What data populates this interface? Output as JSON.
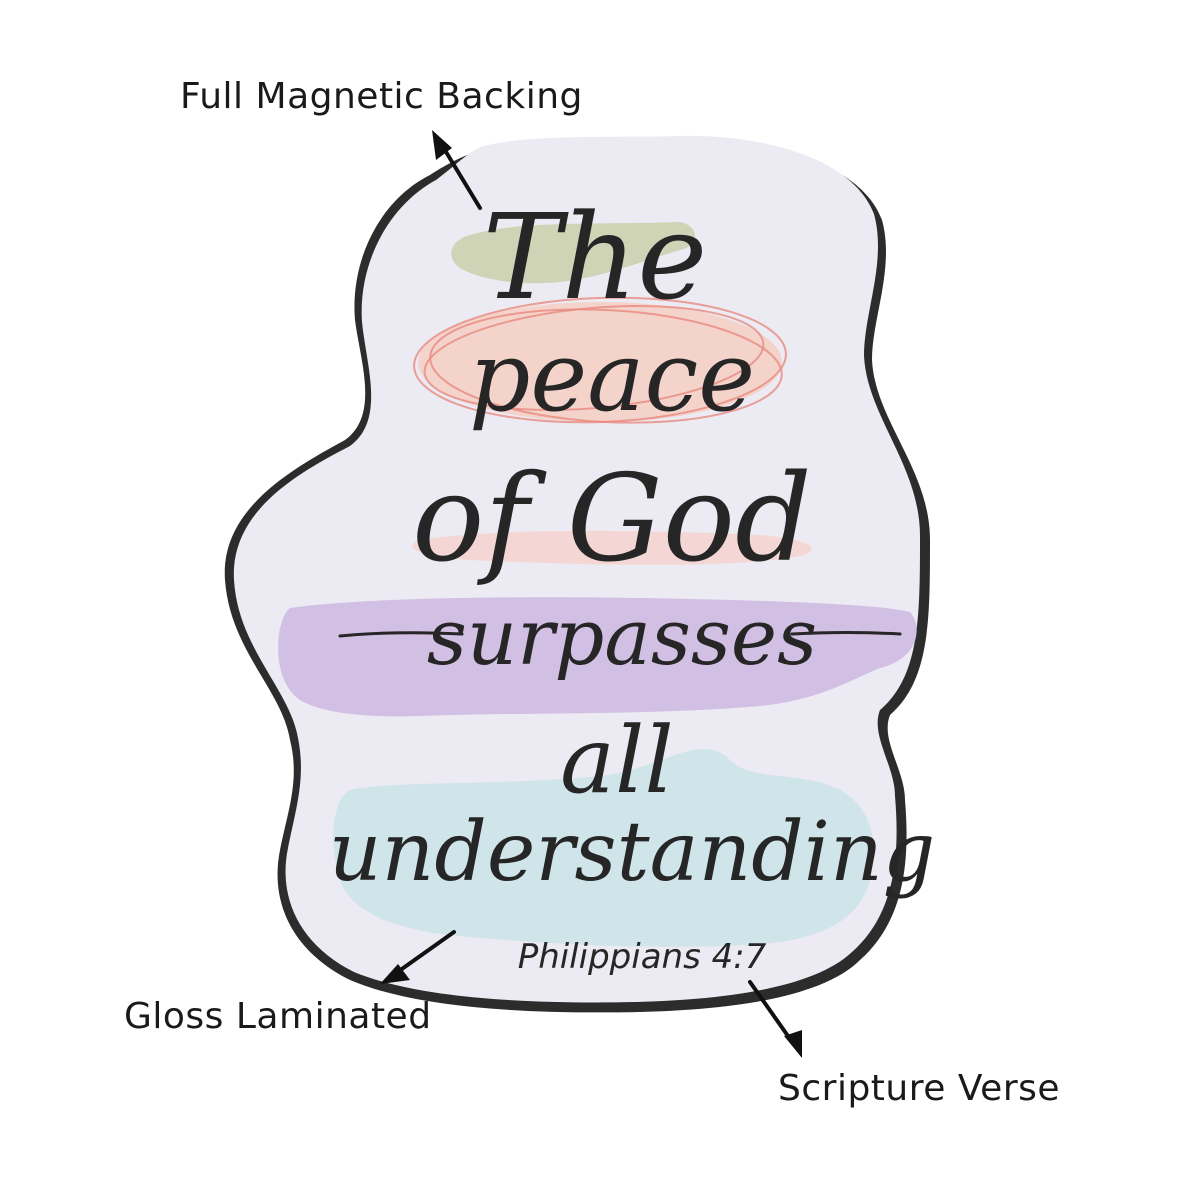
{
  "callouts": {
    "backing": "Full Magnetic Backing",
    "gloss": "Gloss Laminated",
    "verse": "Scripture Verse"
  },
  "magnet": {
    "quote_lines": [
      "The",
      "peace",
      "of God",
      "surpasses",
      "all",
      "understanding"
    ],
    "reference": "Philippians 4:7"
  },
  "colors": {
    "magnet_face": "#eceaf2",
    "magnet_edge": "#2c2c2c",
    "wash_green": "#ccd2b0",
    "wash_peach": "#f6cfc4",
    "wash_coral_line": "#e98a80",
    "wash_pink": "#f6d3cf",
    "wash_lavender": "#cdb8e1",
    "wash_teal": "#c9e3e6",
    "ink": "#262626"
  },
  "icons": [
    "arrow-up-left-icon",
    "arrow-down-left-icon",
    "arrow-down-right-icon"
  ]
}
